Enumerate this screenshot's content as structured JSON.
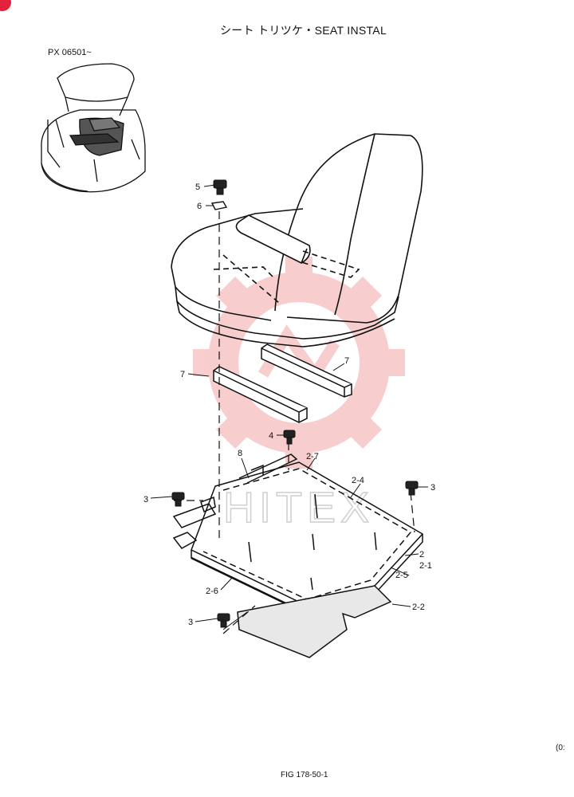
{
  "page": {
    "title": "シート トリツケ・SEAT INSTAL",
    "serial": "PX 06501~",
    "figure": "FIG 178-50-1",
    "edge_text": "(0:",
    "watermark": "HITEX"
  },
  "colors": {
    "line": "#111111",
    "watermark_gear": "#f2a5a5",
    "corner_badge": "#e2233b"
  },
  "parts": [
    {
      "id": "5",
      "label": "5"
    },
    {
      "id": "6",
      "label": "6"
    },
    {
      "id": "7a",
      "label": "7"
    },
    {
      "id": "7b",
      "label": "7"
    },
    {
      "id": "4",
      "label": "4"
    },
    {
      "id": "8",
      "label": "8"
    },
    {
      "id": "2-7",
      "label": "2-7"
    },
    {
      "id": "2-4",
      "label": "2-4"
    },
    {
      "id": "3a",
      "label": "3"
    },
    {
      "id": "3b",
      "label": "3"
    },
    {
      "id": "2",
      "label": "2"
    },
    {
      "id": "2-1",
      "label": "2-1"
    },
    {
      "id": "2-5",
      "label": "2-5"
    },
    {
      "id": "2-6",
      "label": "2-6"
    },
    {
      "id": "3c",
      "label": "3"
    },
    {
      "id": "2-2",
      "label": "2-2"
    }
  ]
}
